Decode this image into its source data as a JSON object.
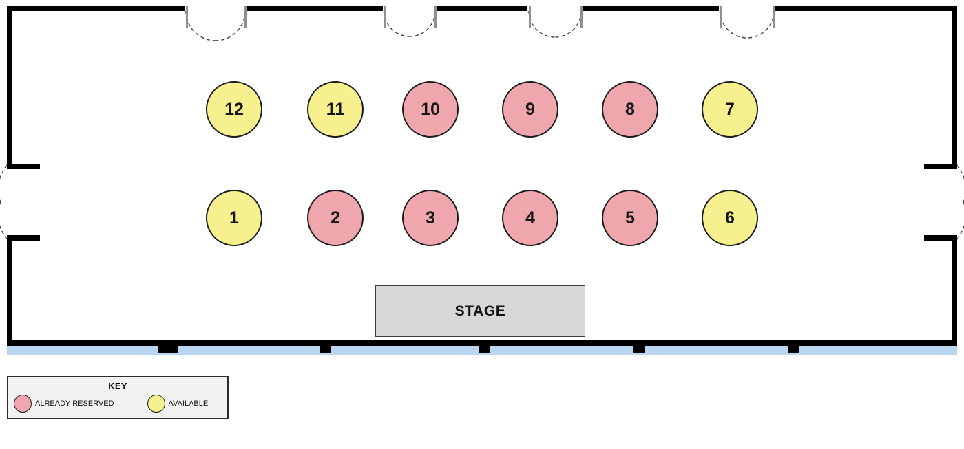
{
  "legend": {
    "title": "KEY",
    "items": [
      {
        "label": "ALREADY RESERVED",
        "status": "reserved"
      },
      {
        "label": "AVAILABLE",
        "status": "available"
      }
    ]
  },
  "stage": {
    "label": "STAGE"
  },
  "tables": [
    {
      "number": "12",
      "status": "available"
    },
    {
      "number": "11",
      "status": "available"
    },
    {
      "number": "10",
      "status": "reserved"
    },
    {
      "number": "9",
      "status": "reserved"
    },
    {
      "number": "8",
      "status": "reserved"
    },
    {
      "number": "7",
      "status": "available"
    },
    {
      "number": "1",
      "status": "available"
    },
    {
      "number": "2",
      "status": "reserved"
    },
    {
      "number": "3",
      "status": "reserved"
    },
    {
      "number": "4",
      "status": "reserved"
    },
    {
      "number": "5",
      "status": "reserved"
    },
    {
      "number": "6",
      "status": "available"
    }
  ],
  "colors": {
    "reserved": "#f0a6ad",
    "available": "#f7f08e",
    "stage": "#d7d7d7",
    "window": "#b9d5f0",
    "wall": "#000000",
    "legend_bg": "#f2f2f2"
  }
}
